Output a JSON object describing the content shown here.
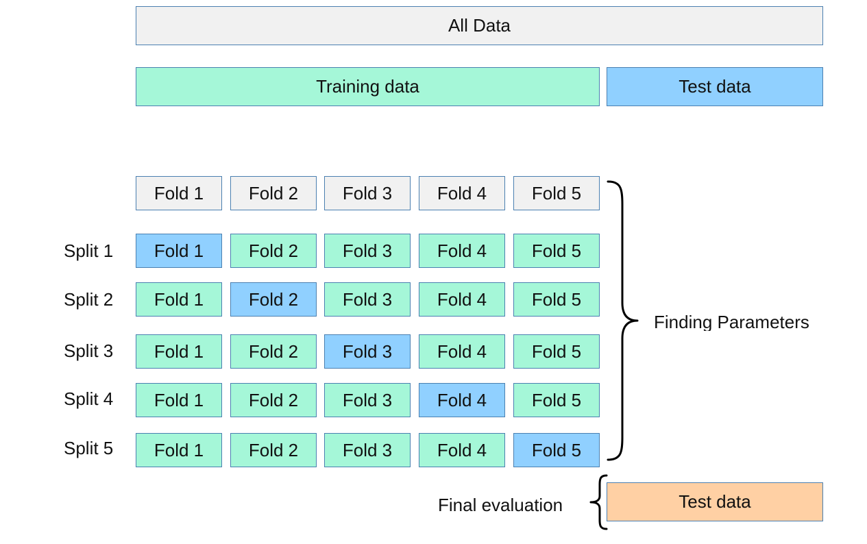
{
  "all_data_label": "All Data",
  "training_data_label": "Training data",
  "test_data_label": "Test data",
  "header_folds": [
    "Fold 1",
    "Fold 2",
    "Fold 3",
    "Fold 4",
    "Fold 5"
  ],
  "splits": [
    {
      "label": "Split 1",
      "folds": [
        "Fold 1",
        "Fold 2",
        "Fold 3",
        "Fold 4",
        "Fold 5"
      ],
      "test_fold": 1
    },
    {
      "label": "Split 2",
      "folds": [
        "Fold 1",
        "Fold 2",
        "Fold 3",
        "Fold 4",
        "Fold 5"
      ],
      "test_fold": 2
    },
    {
      "label": "Split 3",
      "folds": [
        "Fold 1",
        "Fold 2",
        "Fold 3",
        "Fold 4",
        "Fold 5"
      ],
      "test_fold": 3
    },
    {
      "label": "Split 4",
      "folds": [
        "Fold 1",
        "Fold 2",
        "Fold 3",
        "Fold 4",
        "Fold 5"
      ],
      "test_fold": 4
    },
    {
      "label": "Split 5",
      "folds": [
        "Fold 1",
        "Fold 2",
        "Fold 3",
        "Fold 4",
        "Fold 5"
      ],
      "test_fold": 5
    }
  ],
  "finding_parameters_label": "Finding Parameters",
  "final_evaluation_label": "Final evaluation",
  "final_test_label": "Test data",
  "colors": {
    "neutral": "#f1f1f1",
    "training": "#a5f7d8",
    "test": "#90d0ff",
    "final_test": "#ffd0a4",
    "border": "#4a7fb0"
  }
}
